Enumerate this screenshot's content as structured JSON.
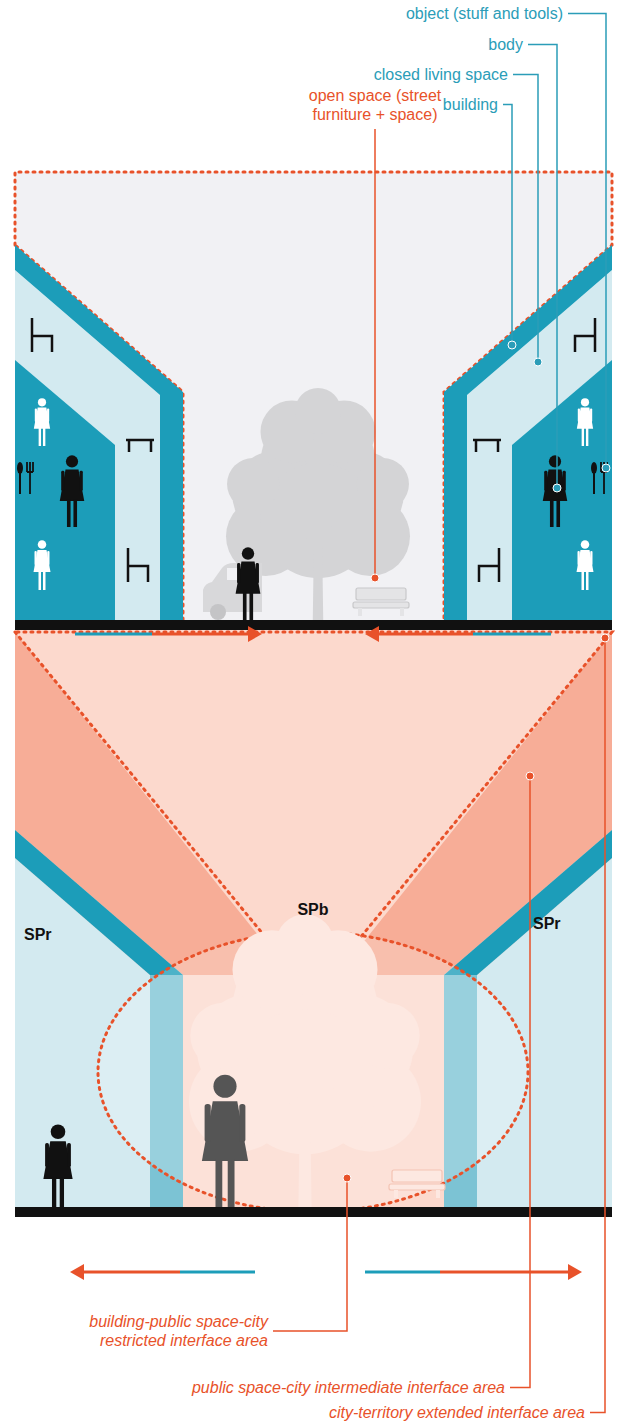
{
  "diagram": {
    "labels": [
      "object (stuff and tools)",
      "body",
      "closed living space",
      "building",
      "open space (street furniture + space)",
      "SPr",
      "SPb",
      "SPr",
      "building-public space-city restricted interface area",
      "public space-city intermediate interface area",
      "city-territory extended interface area"
    ]
  }
}
